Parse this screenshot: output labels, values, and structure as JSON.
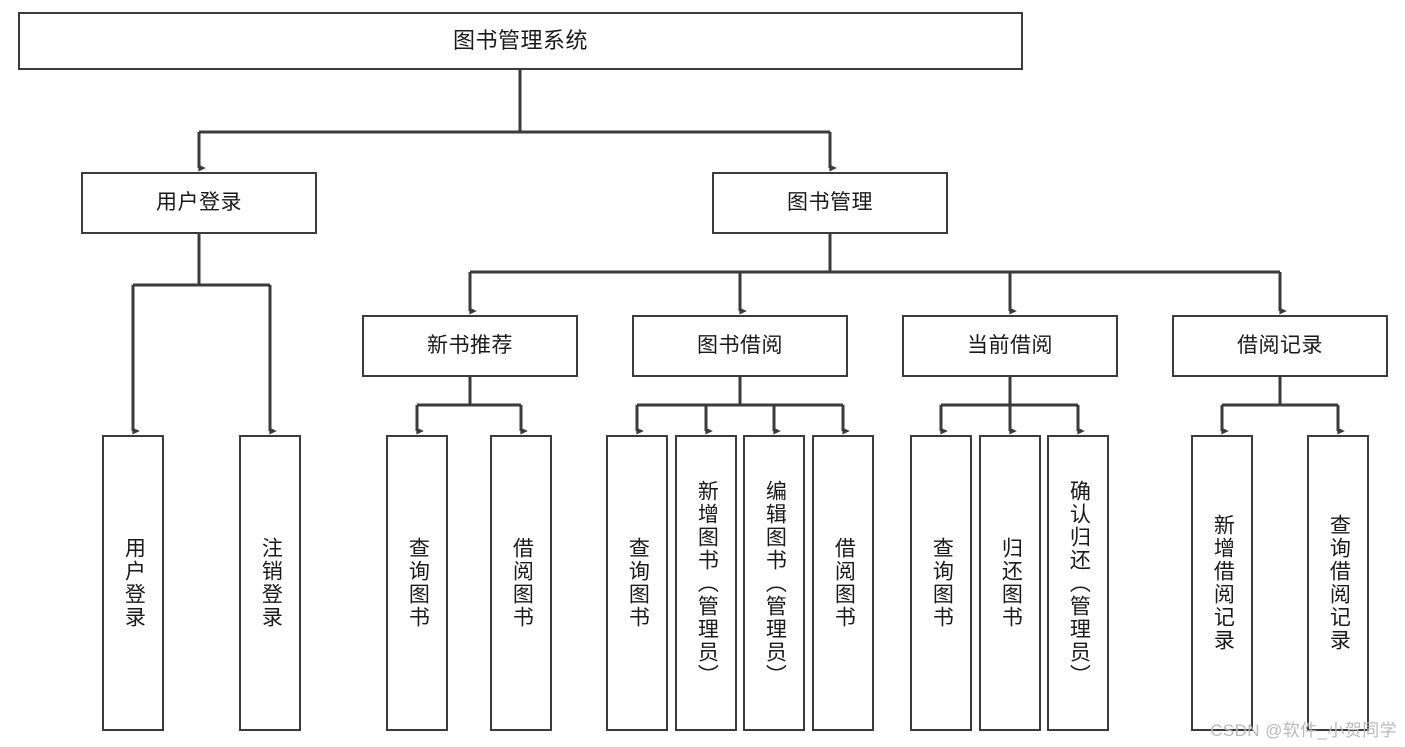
{
  "diagram": {
    "type": "hierarchy-tree",
    "title": "图书管理系统",
    "orientation": "top-down",
    "colors": {
      "box_border": "#3b3b3b",
      "box_fill": "#ffffff",
      "connector": "#3b3b3b",
      "text": "#1a1a1a",
      "watermark": "#b9b9b9",
      "background": "#ffffff"
    },
    "nodes": {
      "root": {
        "label": "图书管理系统"
      },
      "level2": [
        {
          "label": "用户登录"
        },
        {
          "label": "图书管理"
        }
      ],
      "level3": [
        {
          "label": "新书推荐"
        },
        {
          "label": "图书借阅"
        },
        {
          "label": "当前借阅"
        },
        {
          "label": "借阅记录"
        }
      ],
      "leaves": {
        "user_login": [
          {
            "label": "用户登录"
          },
          {
            "label": "注销登录"
          }
        ],
        "new_book_recommend": [
          {
            "label": "查询图书"
          },
          {
            "label": "借阅图书"
          }
        ],
        "book_borrow": [
          {
            "label": "查询图书"
          },
          {
            "label": "新增图书（管理员）"
          },
          {
            "label": "编辑图书（管理员）"
          },
          {
            "label": "借阅图书"
          }
        ],
        "current_borrow": [
          {
            "label": "查询图书"
          },
          {
            "label": "归还图书"
          },
          {
            "label": "确认归还（管理员）"
          }
        ],
        "borrow_record": [
          {
            "label": "新增借阅记录"
          },
          {
            "label": "查询借阅记录"
          }
        ]
      }
    },
    "watermark": "CSDN @软件_小贺同学"
  }
}
